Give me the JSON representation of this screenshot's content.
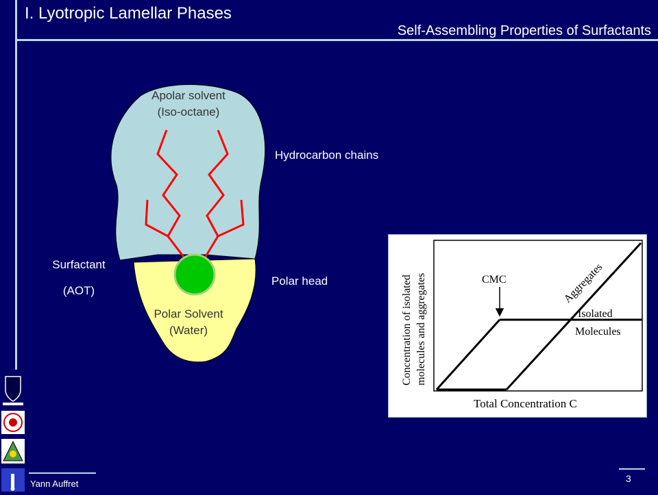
{
  "header": {
    "title": "I. Lyotropic Lamellar Phases",
    "subtitle": "Self-Assembling Properties of Surfactants"
  },
  "diagram": {
    "apolar_label_1": "Apolar solvent",
    "apolar_label_2": "(Iso-octane)",
    "polar_label_1": "Polar Solvent",
    "polar_label_2": "(Water)",
    "hydrocarbon_label": "Hydrocarbon chains",
    "polar_head_label": "Polar head",
    "surfactant_label": "Surfactant",
    "surfactant_name": "(AOT)",
    "colors": {
      "apolar": "#b3d9df",
      "polar": "#ffff99",
      "chains": "#ff0000",
      "head": "#00c800"
    }
  },
  "graph": {
    "ylabel_1": "Concentration of isolated",
    "ylabel_2": "molecules and aggregates",
    "xlabel": "Total Concentration C",
    "cmc_label": "CMC",
    "aggregates_label": "Aggregates",
    "isolated_label_1": "Isolated",
    "isolated_label_2": "Molecules"
  },
  "footer": {
    "author": "Yann Auffret",
    "page": "3"
  }
}
